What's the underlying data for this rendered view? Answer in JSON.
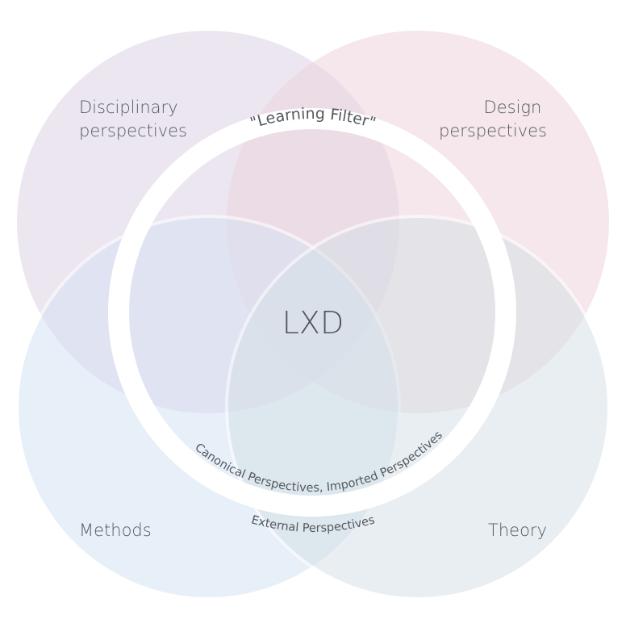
{
  "diagram": {
    "center_label": "LXD",
    "filter_label": "\"Learning Filter\"",
    "inner_ring_label": "Canonical Perspectives, Imported Perspectives",
    "outer_label": "External Perspectives",
    "circles": [
      {
        "name": "disciplinary",
        "label_lines": [
          "Disciplinary",
          "perspectives"
        ],
        "color": "#dcd2e6"
      },
      {
        "name": "design",
        "label_lines": [
          "Design",
          "perspectives"
        ],
        "color": "#ecd3dc"
      },
      {
        "name": "methods",
        "label_lines": [
          "Methods"
        ],
        "color": "#d5e2f3"
      },
      {
        "name": "theory",
        "label_lines": [
          "Theory"
        ],
        "color": "#d6e1e6"
      }
    ],
    "ring_color": "#ffffff"
  }
}
